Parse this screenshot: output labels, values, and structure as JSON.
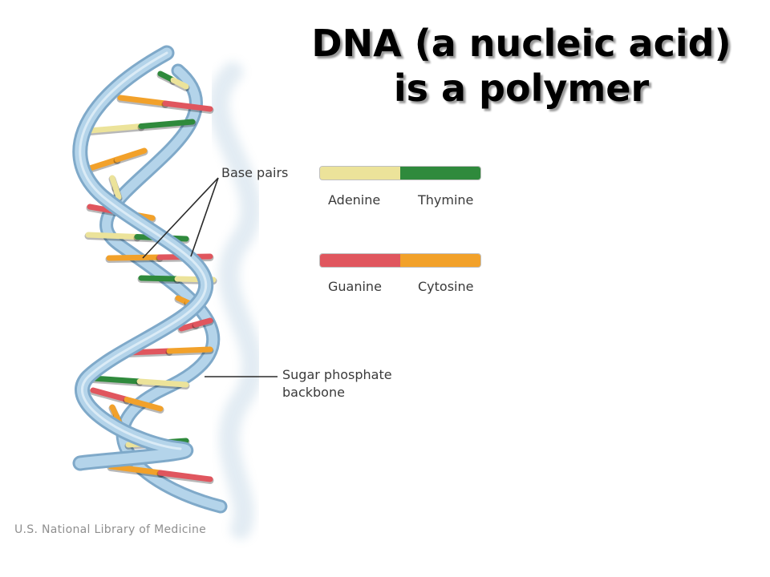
{
  "title": {
    "line1": "DNA (a nucleic acid)",
    "line2": "is a polymer"
  },
  "labels": {
    "base_pairs": "Base pairs",
    "backbone_line1": "Sugar phosphate",
    "backbone_line2": "backbone"
  },
  "legend": [
    {
      "left": "Adenine",
      "right": "Thymine",
      "colors": [
        "#ece39a",
        "#2f8a3c"
      ]
    },
    {
      "left": "Guanine",
      "right": "Cytosine",
      "colors": [
        "#e0565e",
        "#f2a12a"
      ]
    }
  ],
  "credit": "U.S. National Library of Medicine",
  "colors": {
    "backbone": "#b4d4ea",
    "backbone_shade": "#7fa9c9",
    "adenine": "#ece39a",
    "thymine": "#2f8a3c",
    "guanine": "#e0565e",
    "cytosine": "#f2a12a"
  }
}
